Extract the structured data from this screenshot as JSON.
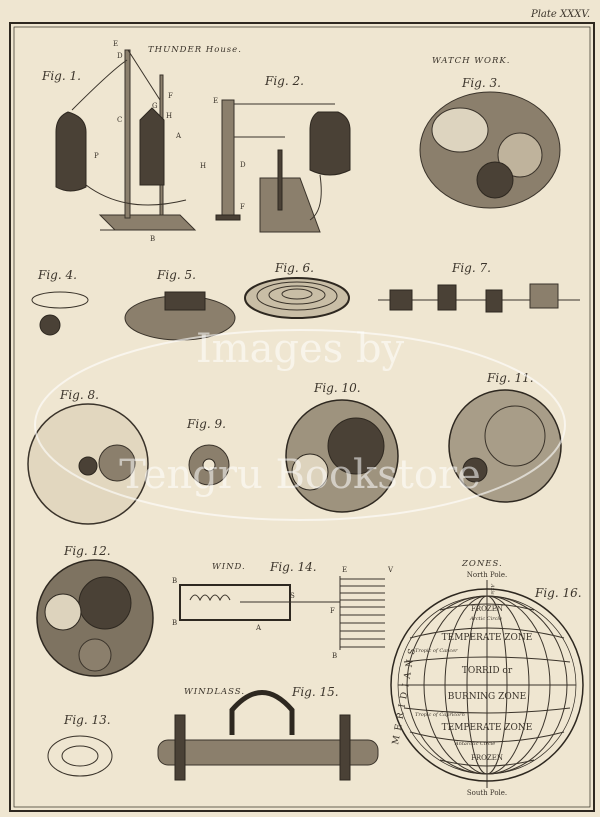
{
  "plate": {
    "title": "Plate XXXV."
  },
  "headings": {
    "thunder_house": "THUNDER House.",
    "watch_work": "WATCH WORK.",
    "wind": "WIND.",
    "windlass": "WINDLASS.",
    "zones": "ZONES."
  },
  "figures": [
    "Fig. 1.",
    "Fig. 2.",
    "Fig. 3.",
    "Fig. 4.",
    "Fig. 5.",
    "Fig. 6.",
    "Fig. 7.",
    "Fig. 8.",
    "Fig. 9.",
    "Fig. 10.",
    "Fig. 11.",
    "Fig. 12.",
    "Fig. 13.",
    "Fig. 14.",
    "Fig. 15.",
    "Fig. 16."
  ],
  "globe": {
    "north_pole": "North Pole.",
    "south_pole": "South Pole.",
    "meridians": "MERIDIANS",
    "zones": [
      "FROZEN",
      "TEMPERATE ZONE",
      "TORRID or",
      "BURNING ZONE",
      "TEMPERATE ZONE",
      "FROZEN"
    ],
    "circles": [
      "Arctic Circle",
      "Tropic of Cancer",
      "Tropic of Capricorn",
      "Antarctic Circle"
    ],
    "axis": "Axis"
  },
  "fig1_letters": [
    "E",
    "D",
    "F",
    "G",
    "H",
    "C",
    "A",
    "P",
    "B"
  ],
  "fig2_letters": [
    "E",
    "H",
    "D",
    "F"
  ],
  "fig14_letters": [
    "B",
    "B",
    "S",
    "F",
    "A",
    "E",
    "V",
    "B"
  ],
  "watermark": {
    "line1": "Images by",
    "line2": "Tengru Bookstore"
  }
}
